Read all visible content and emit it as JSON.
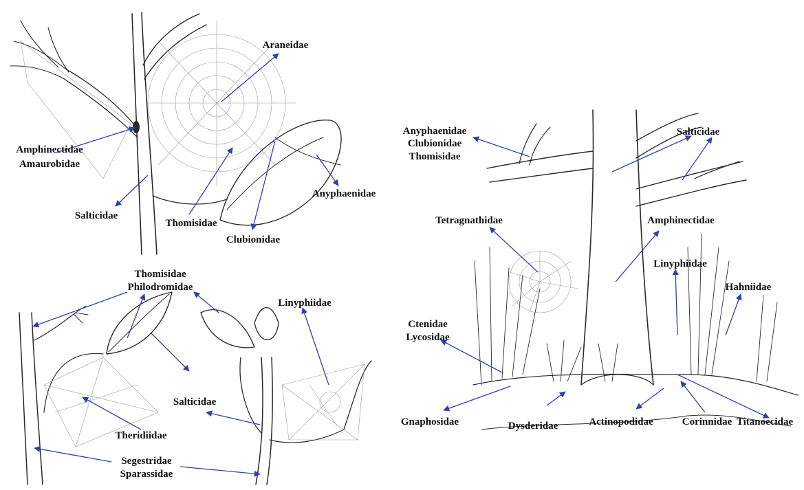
{
  "colors": {
    "arrow": "#2f3fb0",
    "ink": "#2a2a2a",
    "web": "#9a9a9a",
    "background": "#ffffff"
  },
  "panels": {
    "top_left": {
      "labels": {
        "araneidae": "Araneidae",
        "amphinectidae": "Amphinectidae",
        "amaurobidae": "Amaurobidae",
        "salticidae": "Salticidae",
        "thomisidae": "Thomisidae",
        "clubionidae": "Clubionidae",
        "anyphaenidae": "Anyphaenidae"
      }
    },
    "bottom_left": {
      "labels": {
        "thomisidae": "Thomisidae",
        "philodromidae": "Philodromidae",
        "linyphiidae": "Linyphiidae",
        "salticidae": "Salticidae",
        "theridiidae": "Theridiidae",
        "segestridae": "Segestridae",
        "sparassidae": "Sparassidae"
      }
    },
    "right": {
      "labels": {
        "anyphaenidae": "Anyphaenidae",
        "clubionidae": "Clubionidae",
        "thomisidae": "Thomisidae",
        "salticidae": "Salticidae",
        "tetragnathidae": "Tetragnathidae",
        "amphinectidae": "Amphinectidae",
        "linyphiidae": "Linyphiidae",
        "hahniidae": "Hahniidae",
        "ctenidae": "Ctenidae",
        "lycosidae": "Lycosidae",
        "gnaphosidae": "Gnaphosidae",
        "dysderidae": "Dysderidae",
        "actinopodidae": "Actinopodidae",
        "corinnidae": "Corinnidae",
        "titanoecidae": "Titanoecidae"
      }
    }
  }
}
